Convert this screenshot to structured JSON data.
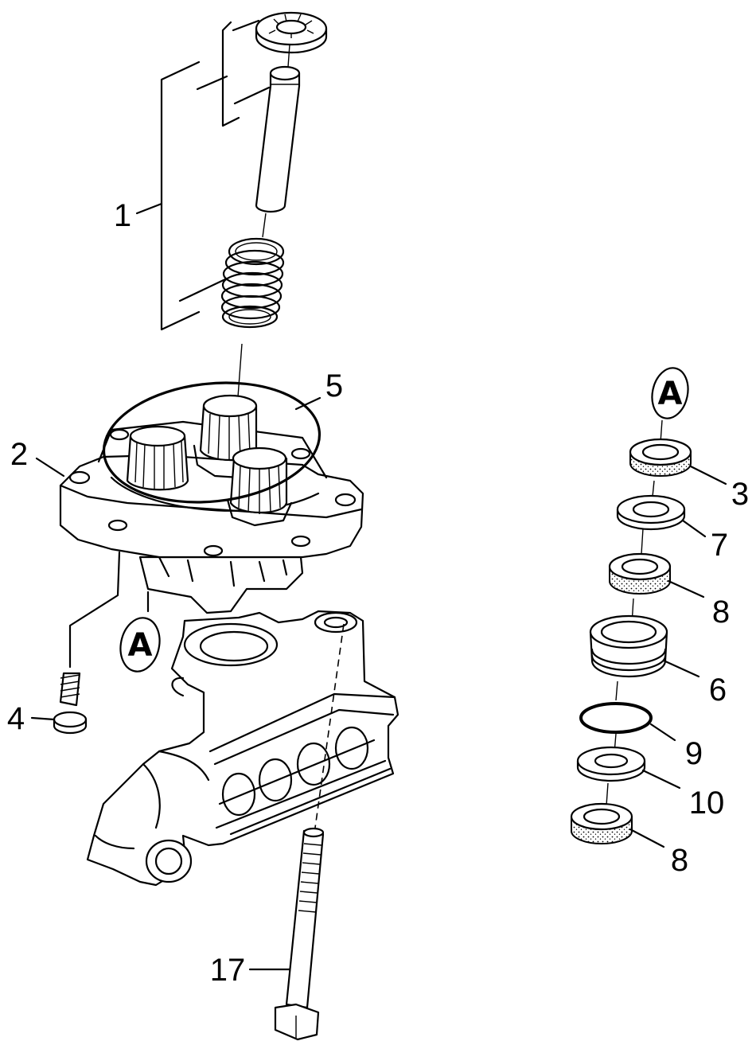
{
  "callouts": {
    "c1": "1",
    "c2": "2",
    "c3": "3",
    "c4": "4",
    "c5": "5",
    "c6": "6",
    "c7": "7",
    "c8a": "8",
    "c8b": "8",
    "c9": "9",
    "c10": "10",
    "c17": "17"
  },
  "detail_marks": {
    "main": "A",
    "detail": "A"
  }
}
